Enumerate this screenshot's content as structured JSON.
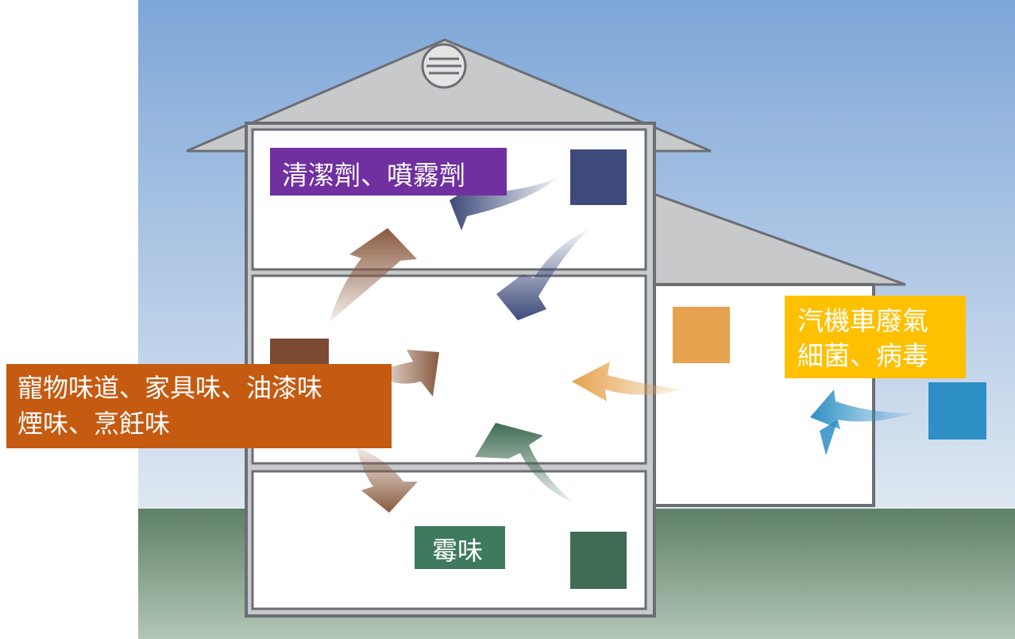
{
  "labels": {
    "chemicals": "清潔劑、噴霧劑",
    "household": [
      "寵物味道、家具味、油漆味",
      "煙味、烹飪味"
    ],
    "outdoor": [
      "汽機車廢氣",
      "細菌、病毒"
    ],
    "mold": "霉味"
  },
  "colors": {
    "chemicals_label": "#7030a0",
    "household_label": "#c55a11",
    "outdoor_label": "#ffc000",
    "mold_label": "#3f7a5e",
    "chemicals_square": "#3d4a7a",
    "household_square": "#7b4a33",
    "garage_square": "#e6a24f",
    "outdoor_square": "#2e8fc4",
    "mold_square": "#3f6b52",
    "sky_top": "#7ea6d8",
    "ground": "#6f9178",
    "roof": "#c8c9ca",
    "walls": "#6b6e73"
  },
  "icons": [
    "attic-vent-icon"
  ]
}
